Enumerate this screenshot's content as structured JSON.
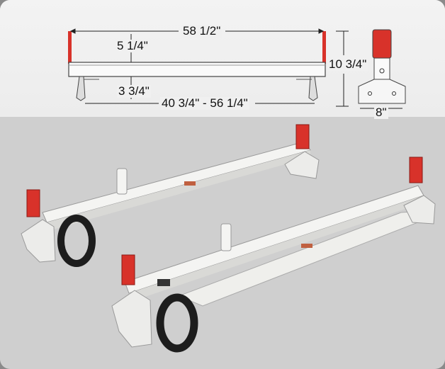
{
  "dimensions": {
    "overall_width": "58 1/2\"",
    "crossbar_height": "5 1/4\"",
    "foot_height": "3 3/4\"",
    "foot_span": "40 3/4\" - 56 1/4\"",
    "total_height": "10 3/4\"",
    "foot_width": "8\""
  },
  "colors": {
    "background": "#cfcfcf",
    "panel": "#f0f0f0",
    "rack_white": "#f4f4f2",
    "end_cap_red": "#d8322a",
    "clamp_black": "#1d1d1d"
  },
  "icons": {
    "front_diagram": "rack-front-view-diagram",
    "side_diagram": "rack-side-view-diagram",
    "product": "ladder-rack-pair-photo"
  }
}
